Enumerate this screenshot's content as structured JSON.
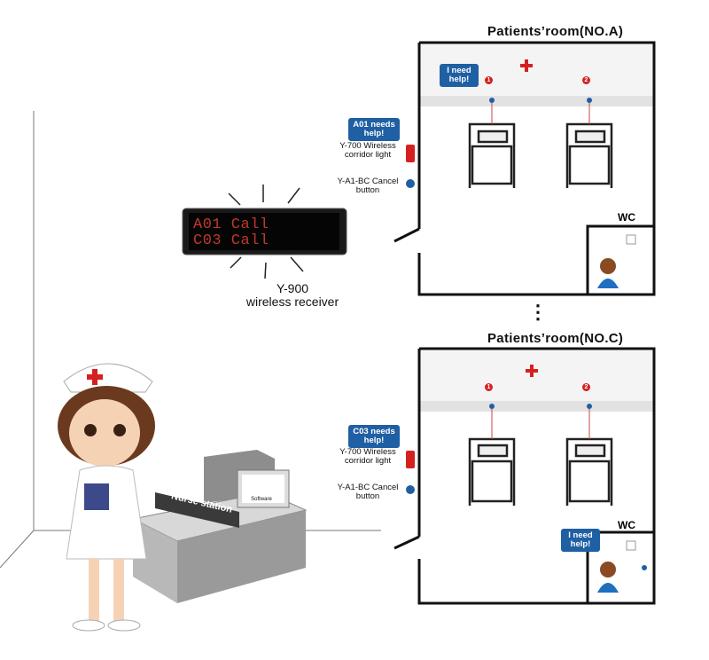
{
  "rooms": [
    {
      "title": "Patients’room(NO.A)",
      "bed_numbers": [
        "1",
        "2"
      ],
      "patient_bubble": "I need help!",
      "corridor_bubble": "A01 needs help!",
      "light_label": "Y-700 Wireless corridor light",
      "cancel_label": "Y-A1-BC Cancel button",
      "wc": "WC"
    },
    {
      "title": "Patients’room(NO.C)",
      "bed_numbers": [
        "1",
        "2"
      ],
      "patient_bubble": "I need help!",
      "corridor_bubble": "C03 needs help!",
      "light_label": "Y-700 Wireless corridor light",
      "cancel_label": "Y-A1-BC Cancel button",
      "wc": "WC"
    }
  ],
  "ellipsis": "⋮",
  "receiver": {
    "lines": [
      "A01 Call",
      "C03 Call"
    ],
    "model": "Y-900",
    "desc": "wireless receiver"
  },
  "nurse_station": {
    "sign": "Nurse station",
    "screen": "Software"
  },
  "colors": {
    "bubble": "#1f5fa3",
    "led": "#c0392b",
    "cross": "#d62020"
  }
}
